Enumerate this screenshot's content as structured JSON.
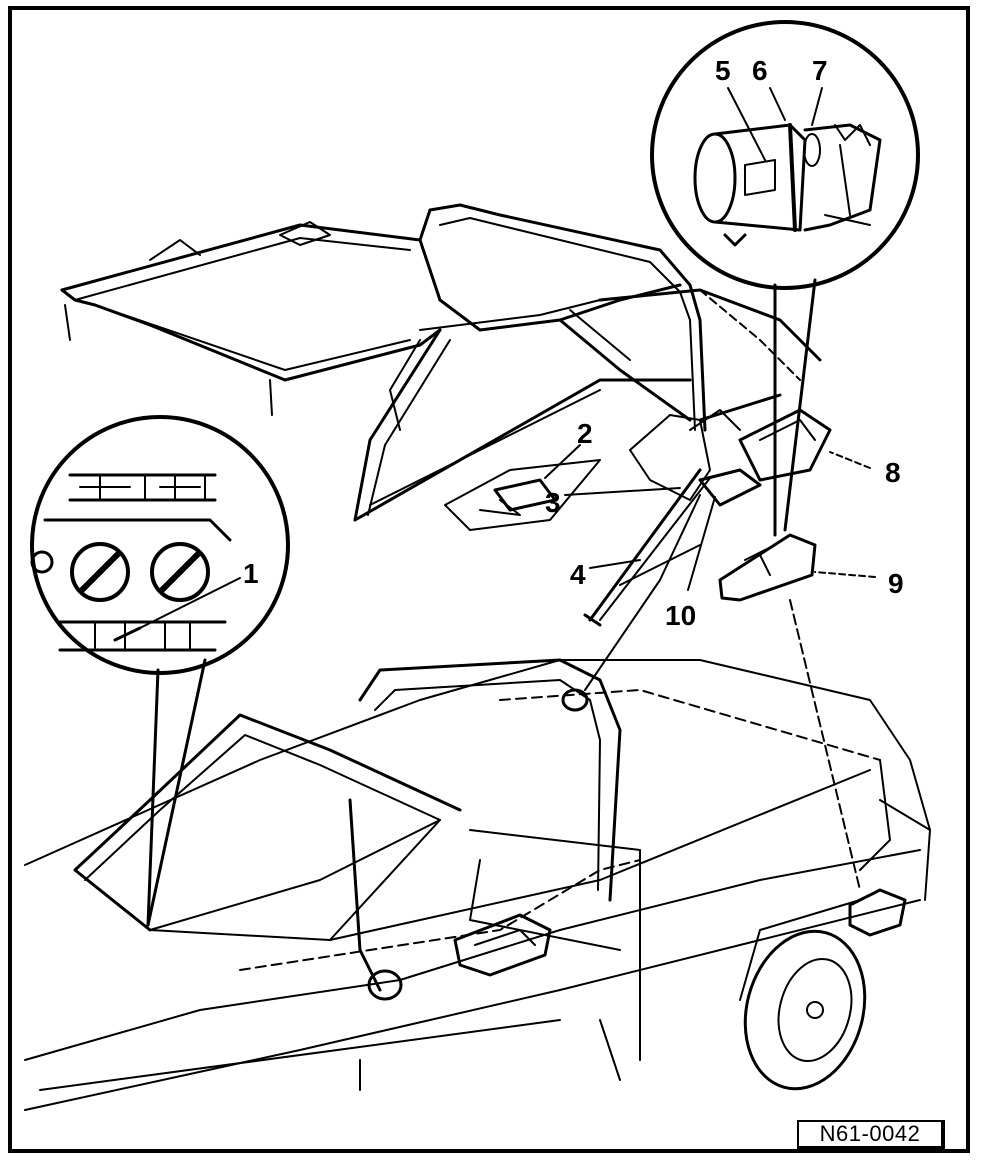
{
  "labels": {
    "l1": "1",
    "l2": "2",
    "l3": "3",
    "l4": "4",
    "l5": "5",
    "l6": "6",
    "l7": "7",
    "l8": "8",
    "l9": "9",
    "l10": "10"
  },
  "reference_code": "N61-0042",
  "colors": {
    "ink": "#000000",
    "paper": "#ffffff"
  }
}
